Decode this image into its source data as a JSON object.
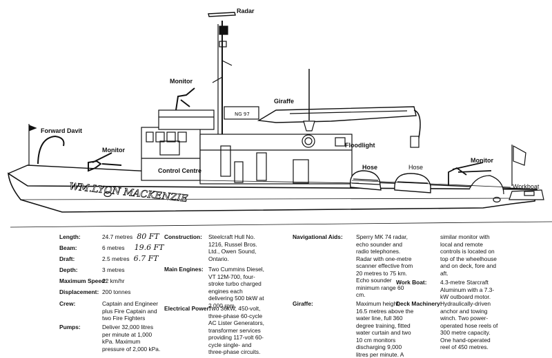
{
  "labels": {
    "radar": "Radar",
    "monitor_mast": "Monitor",
    "giraffe": "Giraffe",
    "forward_davit": "Forward Davit",
    "monitor_bow": "Monitor",
    "floodlight": "Floodlight",
    "control_centre": "Control Centre",
    "hose_1": "Hose",
    "hose_2": "Hose",
    "monitor_stern": "Monitor",
    "workboat": "Workboat"
  },
  "hull_name": "WM.LYON MACKENZIE",
  "specs": {
    "col1": [
      {
        "key": "Length:",
        "value": "24.7 metres",
        "note": "80 FT"
      },
      {
        "key": "Beam:",
        "value": "6 metres",
        "note": "19.6 FT"
      },
      {
        "key": "Draft:",
        "value": "2.5 metres",
        "note": "6.7 FT"
      },
      {
        "key": "Depth:",
        "value": "3 metres"
      },
      {
        "key": "Maximum Speed:",
        "value": "22 km/hr"
      },
      {
        "key": "Displacement:",
        "value": "200 tonnes"
      },
      {
        "key": "Crew:",
        "value": "Captain and Engineer\nplus Fire Captain and\ntwo Fire Fighters"
      },
      {
        "key": "Pumps:",
        "value": "Deliver 32,000 litres\nper minute at 1,000\nkPa. Maximum\npressure of 2,000 kPa."
      }
    ],
    "col2": [
      {
        "key": "Construction:",
        "value": "Steelcraft Hull No.\n1216, Russel Bros.\nLtd., Owen Sound,\nOntario."
      },
      {
        "key": "Main Engines:",
        "value": "Two Cummins Diesel,\nVT 12M-700, four-\nstroke turbo charged\nengines each\ndelivering 500 bkW at\n2,000 rpm."
      },
      {
        "key": "Electrical Power:",
        "value": "Two 36kW, 450-volt,\nthree-phase 60-cycle\nAC Lister Generators,\ntransformer services\nproviding 117-volt 60-\ncycle single- and\nthree-phase circuits."
      }
    ],
    "col3": [
      {
        "key": "Navigational Aids:",
        "value": "Sperry MK 74 radar,\necho sounder and\nradio telephones.\nRadar with one-metre\nscanner effective from\n20 metres to 75 km.\nEcho sounder\nminimum range 60\ncm."
      },
      {
        "key": "Giraffe:",
        "value": "Maximum height,\n16.5 metres above the\nwater line, full 360\ndegree training, fitted\nwater curtain and two\n10 cm monitors\ndischarging 9,000\nlitres per minute. A"
      }
    ],
    "col4": [
      {
        "key": "",
        "value": "similar monitor with\nlocal and remote\ncontrols is located on\ntop of the wheelhouse\nand on deck, fore and\naft."
      },
      {
        "key": "Work Boat:",
        "value": "4.3-metre Starcraft\nAluminum with a 7.3-\nkW outboard motor."
      },
      {
        "key": "Deck Machinery:",
        "value": "Hydraulically-driven\nanchor and towing\nwinch. Two power-\noperated hose reels of\n300 metre capacity.\nOne hand-operated\nreel of 450 metres."
      }
    ]
  }
}
